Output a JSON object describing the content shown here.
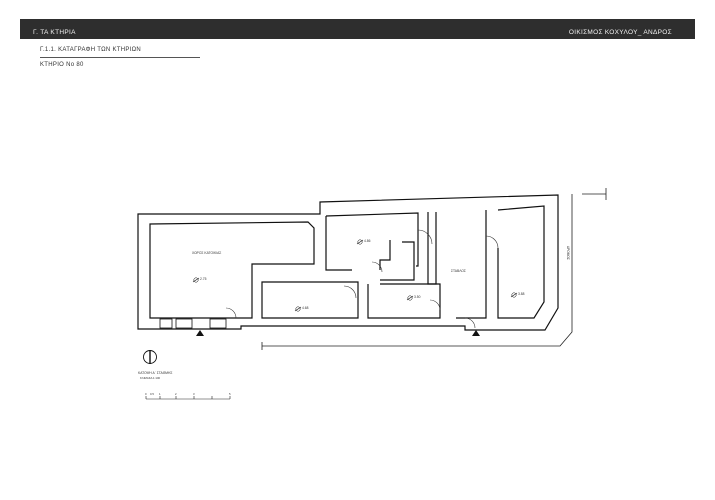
{
  "header": {
    "left_title": "Γ. ΤΑ ΚΤΗΡΙΑ",
    "right_title": "ΟΙΚΙΣΜΟΣ ΚΟΧΥΛΟΥ_ ΑΝΔΡΟΣ"
  },
  "section_title": "Γ.1.1. ΚΑΤΑΓΡΑΦΗ ΤΩΝ ΚΤΗΡΙΩΝ",
  "building_title": "ΚΤΗΡΙΟ Νο 80",
  "rooms": {
    "basement": {
      "label": "ΧΩΡΟΣ ΚΑΤΟΙΚΙΑΣ",
      "level": "2.75"
    },
    "room_upper_mid": {
      "level": "4.86"
    },
    "room_lower_mid": {
      "level": "4.68"
    },
    "room_lower_right": {
      "level": "3.50"
    },
    "stable": {
      "label": "ΣΤΑΒΛΟΣ"
    },
    "room_right": {
      "level": "3.88"
    }
  },
  "road_label": "ΔΡΟΜΟΣ",
  "plan_caption": {
    "title": "ΚΑΤΟΨΗ Α΄ ΣΤΑΘΜΗΣ",
    "scale": "ΚΛΙΜΑΚΑ 1:100"
  },
  "scale_bar": {
    "labels": [
      "0",
      "0.5",
      "1",
      "2",
      "3",
      "5"
    ]
  },
  "colors": {
    "header_bg": "#2e2e2e",
    "header_text": "#f2f2f2",
    "wall": "#111111"
  }
}
